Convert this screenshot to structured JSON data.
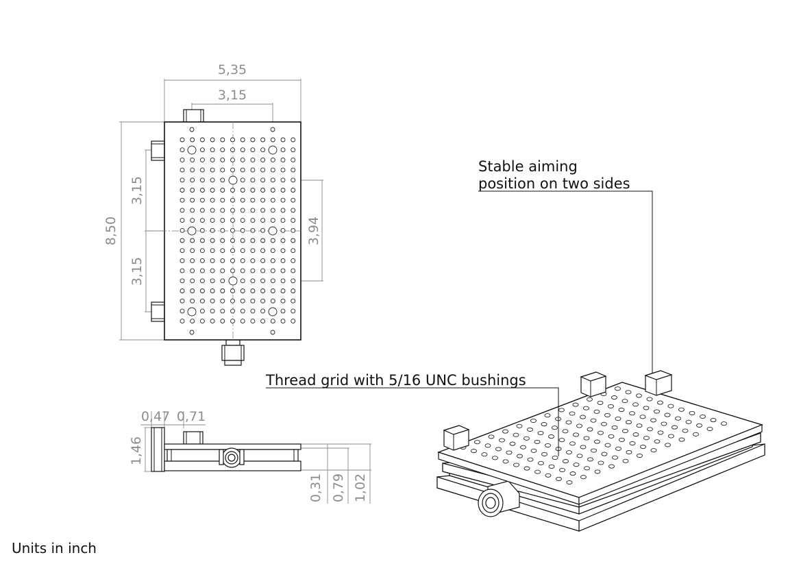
{
  "dimensions": {
    "top_view": {
      "width": "5,35",
      "bushing_spacing_x": "3,15",
      "height": "8,50",
      "bushing_spacing_upper": "3,15",
      "bushing_spacing_lower": "3,15",
      "center_hole_spacing": "3,94"
    },
    "side_view": {
      "foot_width": "0,47",
      "foot_offset": "0,71",
      "total_height": "1,46",
      "plate_thickness": "0,31",
      "lower_height": "0,79",
      "base_height": "1,02"
    }
  },
  "callouts": {
    "aiming_line1": "Stable aiming",
    "aiming_line2": "position on two sides",
    "thread_grid": "Thread grid with 5/16 UNC bushings"
  },
  "footer": {
    "units": "Units in inch"
  }
}
